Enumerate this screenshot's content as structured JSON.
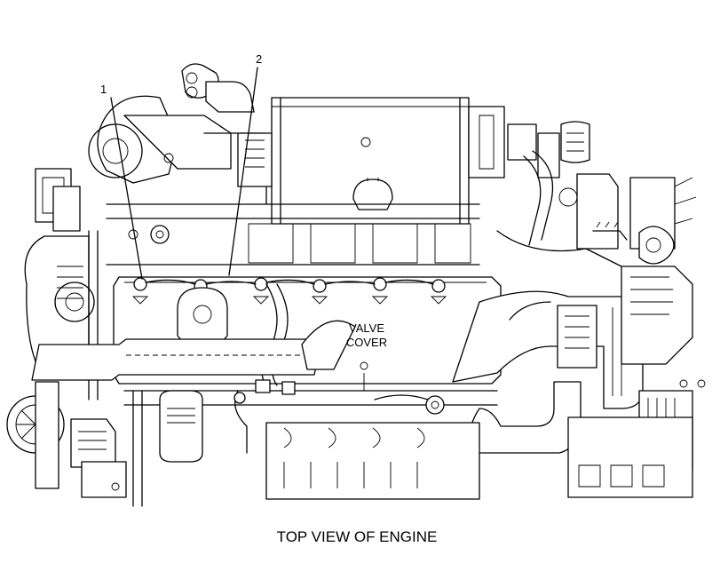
{
  "callouts": [
    {
      "number": "1"
    },
    {
      "number": "2"
    }
  ],
  "part_label": {
    "line1": "VALVE",
    "line2": "COVER"
  },
  "caption": "TOP VIEW OF ENGINE"
}
